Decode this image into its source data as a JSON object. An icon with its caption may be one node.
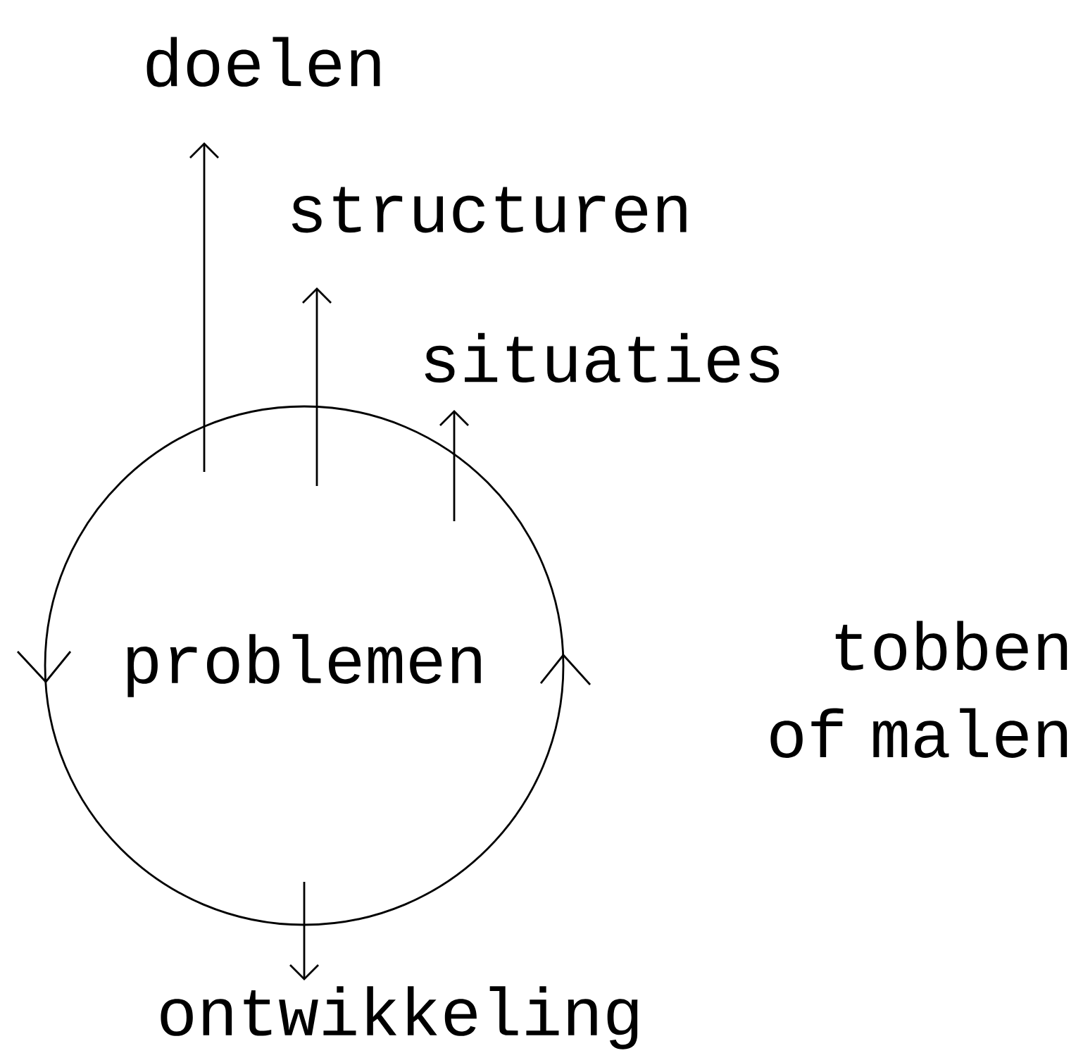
{
  "diagram": {
    "nodes": [
      {
        "text": [
          "problemen"
        ]
      },
      {
        "text": [
          "doelen"
        ]
      },
      {
        "text": [
          "structuren"
        ]
      },
      {
        "text": [
          "situaties"
        ]
      },
      {
        "text": [
          "ontwikkeling"
        ]
      }
    ],
    "edges": [
      {
        "from": 0,
        "to": 1,
        "arrow": "to"
      },
      {
        "from": 0,
        "to": 2,
        "arrow": "to"
      },
      {
        "from": 0,
        "to": 3,
        "arrow": "to"
      },
      {
        "from": 0,
        "to": 4,
        "arrow": "to"
      }
    ],
    "labels": [
      "tobben of malen"
    ]
  }
}
